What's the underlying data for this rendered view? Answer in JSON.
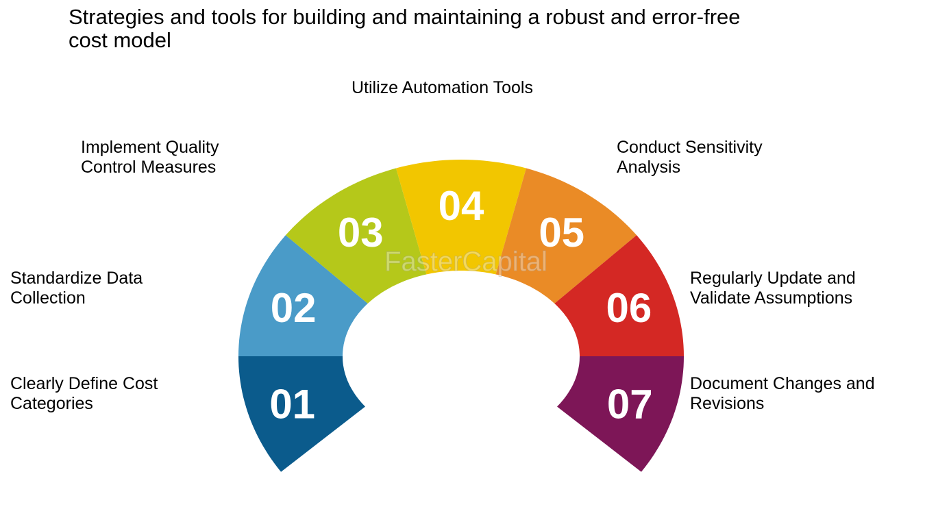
{
  "title": "Strategies and tools for building and maintaining a robust and error-free cost model",
  "watermark": "FasterCapital",
  "steps": [
    {
      "number": "01",
      "label": "Clearly Define Cost Categories",
      "color": "#0b5b8c"
    },
    {
      "number": "02",
      "label": "Standardize Data Collection",
      "color": "#4a9bc8"
    },
    {
      "number": "03",
      "label": "Implement Quality Control Measures",
      "color": "#b5c81a"
    },
    {
      "number": "04",
      "label": "Utilize Automation Tools",
      "color": "#f2c600"
    },
    {
      "number": "05",
      "label": "Conduct Sensitivity Analysis",
      "color": "#ea8b26"
    },
    {
      "number": "06",
      "label": "Regularly Update and Validate Assumptions",
      "color": "#d42824"
    },
    {
      "number": "07",
      "label": "Document Changes and Revisions",
      "color": "#7d1657"
    }
  ]
}
